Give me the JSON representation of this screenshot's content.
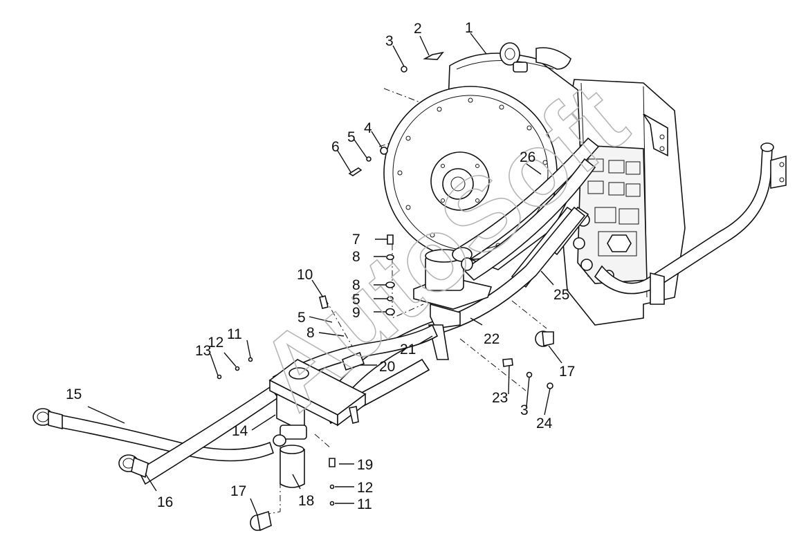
{
  "watermark": "AutoSoft",
  "callouts": [
    {
      "id": "c1",
      "text": "1"
    },
    {
      "id": "c2",
      "text": "2"
    },
    {
      "id": "c3a",
      "text": "3"
    },
    {
      "id": "c4",
      "text": "4"
    },
    {
      "id": "c5a",
      "text": "5"
    },
    {
      "id": "c6",
      "text": "6"
    },
    {
      "id": "c26",
      "text": "26"
    },
    {
      "id": "c7",
      "text": "7"
    },
    {
      "id": "c8a",
      "text": "8"
    },
    {
      "id": "c8b",
      "text": "8"
    },
    {
      "id": "c5b",
      "text": "5"
    },
    {
      "id": "c9",
      "text": "9"
    },
    {
      "id": "c10",
      "text": "10"
    },
    {
      "id": "c5c",
      "text": "5"
    },
    {
      "id": "c8c",
      "text": "8"
    },
    {
      "id": "c11a",
      "text": "11"
    },
    {
      "id": "c12a",
      "text": "12"
    },
    {
      "id": "c13",
      "text": "13"
    },
    {
      "id": "c15",
      "text": "15"
    },
    {
      "id": "c14",
      "text": "14"
    },
    {
      "id": "c16",
      "text": "16"
    },
    {
      "id": "c17a",
      "text": "17"
    },
    {
      "id": "c18",
      "text": "18"
    },
    {
      "id": "c19",
      "text": "19"
    },
    {
      "id": "c12b",
      "text": "12"
    },
    {
      "id": "c11b",
      "text": "11"
    },
    {
      "id": "c20",
      "text": "20"
    },
    {
      "id": "c21",
      "text": "21"
    },
    {
      "id": "c22",
      "text": "22"
    },
    {
      "id": "c25",
      "text": "25"
    },
    {
      "id": "c17b",
      "text": "17"
    },
    {
      "id": "c23",
      "text": "23"
    },
    {
      "id": "c3b",
      "text": "3"
    },
    {
      "id": "c24",
      "text": "24"
    }
  ]
}
